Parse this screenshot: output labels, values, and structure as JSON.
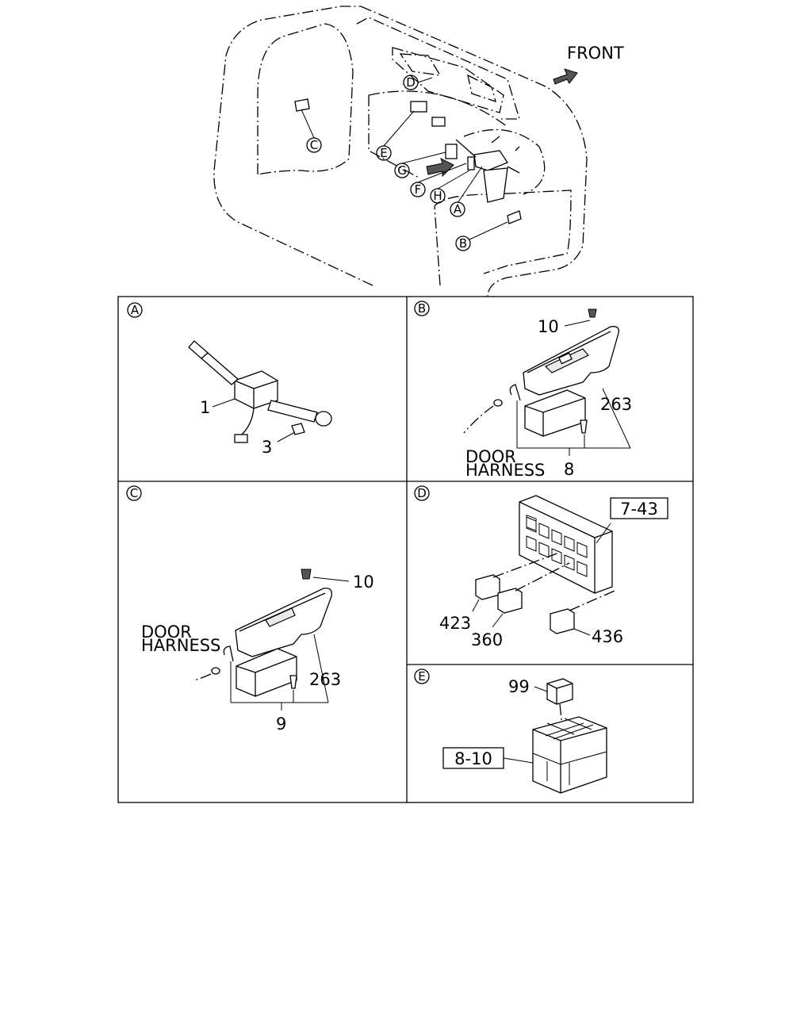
{
  "overview": {
    "front_label": "FRONT",
    "callouts": [
      "D",
      "C",
      "E",
      "G",
      "F",
      "H",
      "A",
      "B"
    ]
  },
  "panels": {
    "A": {
      "letter": "A",
      "labels": [
        "1",
        "3"
      ]
    },
    "B": {
      "letter": "B",
      "labels": [
        "10",
        "263",
        "8"
      ],
      "harness": [
        "DOOR",
        "HARNESS"
      ]
    },
    "C": {
      "letter": "C",
      "labels": [
        "10",
        "263",
        "9"
      ],
      "harness": [
        "DOOR",
        "HARNESS"
      ]
    },
    "D": {
      "letter": "D",
      "labels": [
        "423",
        "360",
        "436"
      ],
      "ref_box": "7-43"
    },
    "E": {
      "letter": "E",
      "labels": [
        "99"
      ],
      "ref_box": "8-10"
    }
  }
}
